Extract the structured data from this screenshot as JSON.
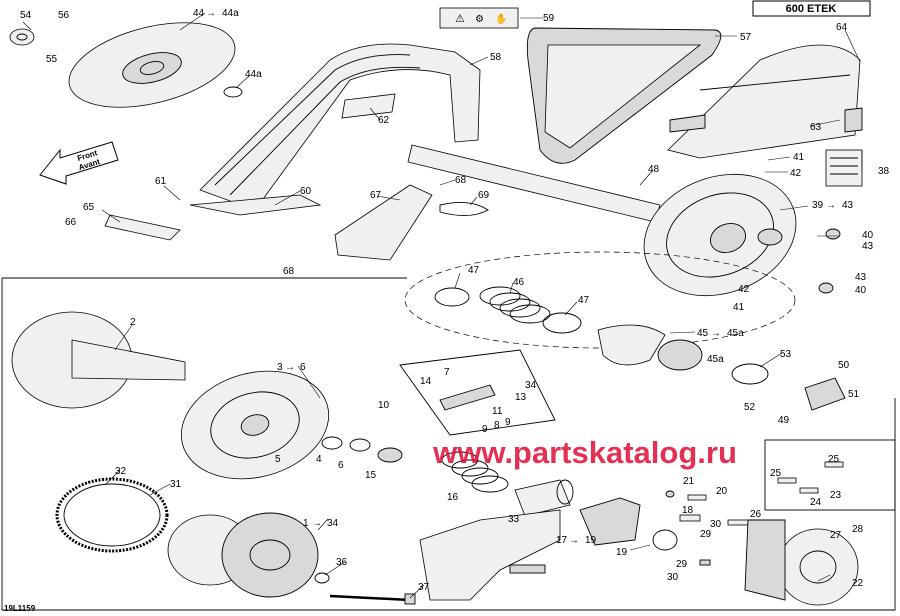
{
  "model_badge": "600 ETEK",
  "drawing_code": "19L1159",
  "watermark": {
    "text": "www.partskatalog.ru",
    "color": "#e0143c"
  },
  "front_arrow": {
    "line1": "Front",
    "line2": "Avant"
  },
  "callouts": {
    "c54": "54",
    "c56": "56",
    "c55": "55",
    "c44": "44",
    "c44a_t": "44a",
    "c44a": "44a",
    "c59": "59",
    "c57": "57",
    "c64": "64",
    "c58": "58",
    "c62": "62",
    "c63": "63",
    "c61": "61",
    "c60": "60",
    "c65": "65",
    "c66": "66",
    "c67": "67",
    "c68a": "68",
    "c68b": "68",
    "c69": "69",
    "c48": "48",
    "c41a": "41",
    "c42a": "42",
    "c38": "38",
    "c39": "39",
    "c43a": "43",
    "c40a": "40",
    "c43b": "43",
    "c43c": "43",
    "c40b": "40",
    "c42b": "42",
    "c41b": "41",
    "c47a": "47",
    "c46": "46",
    "c47b": "47",
    "c45": "45",
    "c45a_t": "45a",
    "c45a": "45a",
    "c53": "53",
    "c50": "50",
    "c51": "51",
    "c52": "52",
    "c49": "49",
    "c2": "2",
    "c3": "3",
    "c6a": "6",
    "c7": "7",
    "c14": "14",
    "c34a": "34",
    "c13": "13",
    "c10": "10",
    "c9a": "9",
    "c8": "8",
    "c9b": "9",
    "c11": "11",
    "c5": "5",
    "c4": "4",
    "c6b": "6",
    "c15": "15",
    "c16": "16",
    "c33": "33",
    "c32": "32",
    "c31": "31",
    "c1": "1",
    "c34b": "34",
    "c36": "36",
    "c37": "37",
    "c21": "21",
    "c20": "20",
    "c18": "18",
    "c17": "17",
    "c19a": "19",
    "c19b": "19",
    "c29a": "29",
    "c30a": "30",
    "c29b": "29",
    "c30b": "30",
    "c26": "26",
    "c25a": "25",
    "c25b": "25",
    "c24": "24",
    "c23": "23",
    "c27": "27",
    "c28": "28",
    "c22": "22"
  }
}
